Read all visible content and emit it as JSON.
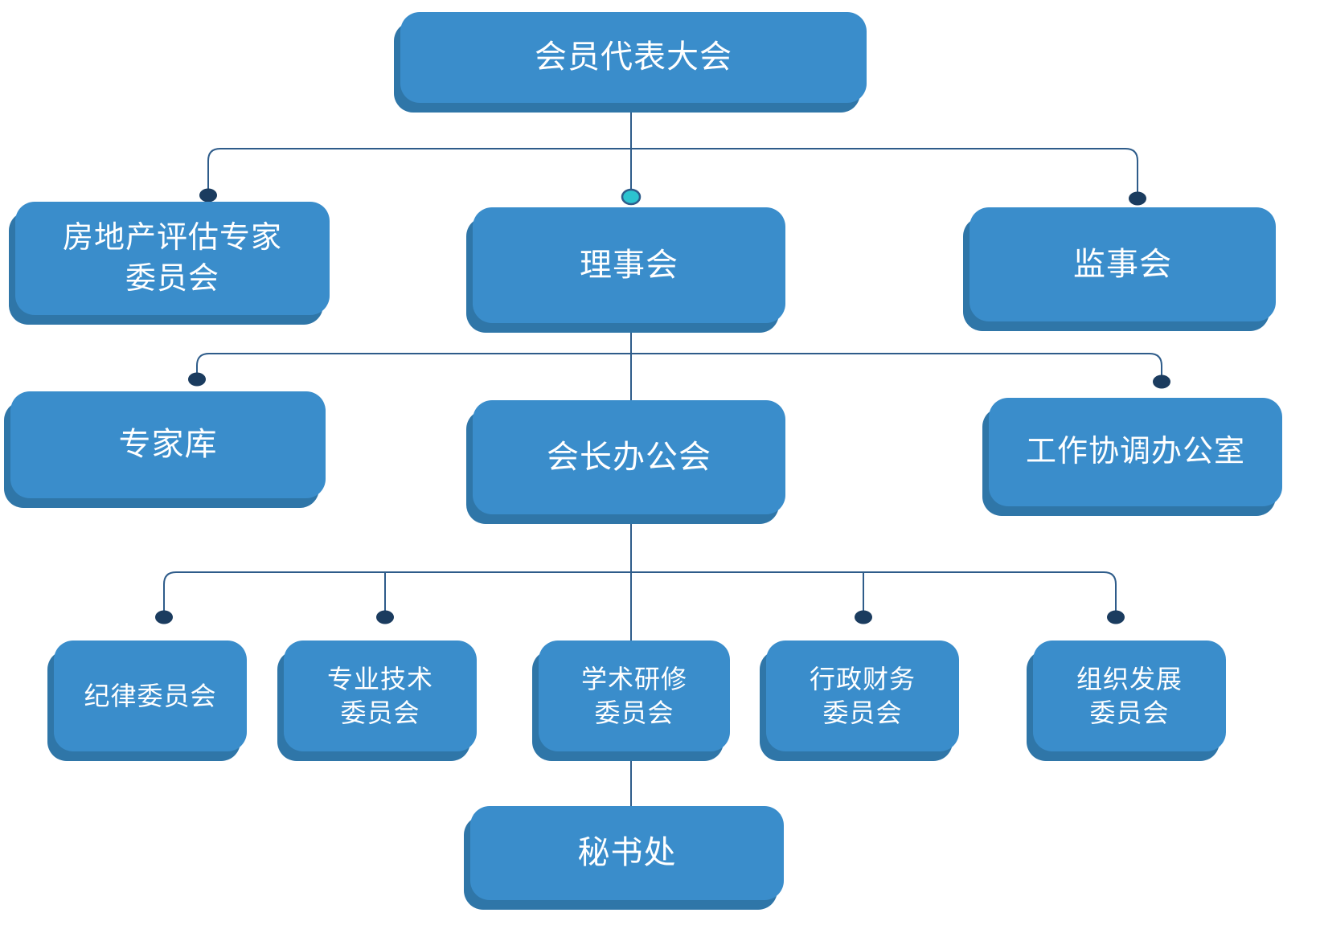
{
  "diagram": {
    "type": "organization-chart",
    "colors": {
      "background": "#ffffff",
      "box_fill": "#3A8DCB",
      "box_shadow": "#2F76A8",
      "connector_line": "#2E5C8A",
      "junction_dot": "#1B3C5F",
      "council_dot_fill": "#2CC3D0",
      "text": "#ffffff"
    },
    "nodes": {
      "assembly": {
        "label": "会员代表大会"
      },
      "expert_committee": {
        "line1": "房地产评估专家",
        "line2": "委员会"
      },
      "council": {
        "label": "理事会"
      },
      "supervisory": {
        "label": "监事会"
      },
      "expert_pool": {
        "label": "专家库"
      },
      "president_office": {
        "label": "会长办公会"
      },
      "coordination_office": {
        "label": "工作协调办公室"
      },
      "discipline": {
        "label": "纪律委员会"
      },
      "professional": {
        "line1": "专业技术",
        "line2": "委员会"
      },
      "academic": {
        "line1": "学术研修",
        "line2": "委员会"
      },
      "admin_finance": {
        "line1": "行政财务",
        "line2": "委员会"
      },
      "org_dev": {
        "line1": "组织发展",
        "line2": "委员会"
      },
      "secretariat": {
        "label": "秘书处"
      }
    },
    "hierarchy": [
      {
        "parent": "会员代表大会",
        "children": [
          "房地产评估专家委员会",
          "理事会",
          "监事会"
        ]
      },
      {
        "parent": "理事会",
        "children": [
          "专家库",
          "会长办公会",
          "工作协调办公室"
        ]
      },
      {
        "parent": "会长办公会",
        "children": [
          "纪律委员会",
          "专业技术委员会",
          "学术研修委员会",
          "行政财务委员会",
          "组织发展委员会"
        ]
      },
      {
        "parent": "学术研修委员会",
        "children": [
          "秘书处"
        ]
      }
    ]
  }
}
